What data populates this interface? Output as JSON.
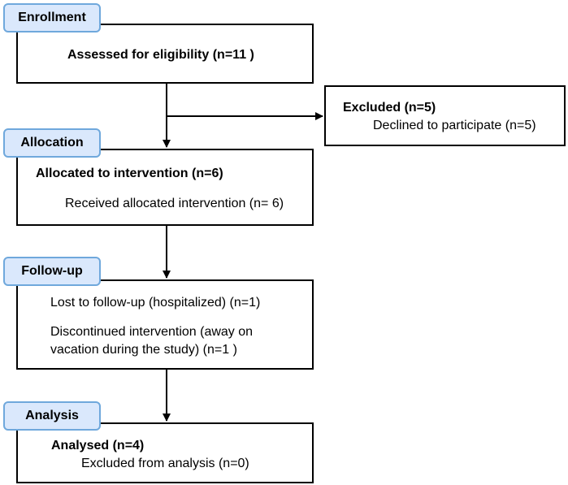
{
  "stages": {
    "enrollment": "Enrollment",
    "allocation": "Allocation",
    "followup": "Follow-up",
    "analysis": "Analysis"
  },
  "enrollment_box": {
    "heading": "Assessed for eligibility (n=11 )"
  },
  "excluded_box": {
    "heading": "Excluded (n=5)",
    "detail": "Declined to participate (n=5)"
  },
  "allocation_box": {
    "heading": "Allocated to intervention (n=6)",
    "detail": "Received allocated intervention (n= 6)"
  },
  "followup_box": {
    "lost": "Lost to follow-up (hospitalized) (n=1)",
    "discontinued_line1": "Discontinued intervention (away on",
    "discontinued_line2": "vacation during the study) (n=1 )"
  },
  "analysis_box": {
    "heading": "Analysed (n=4)",
    "detail": "Excluded from analysis (n=0)"
  },
  "colors": {
    "stage_fill": "#dae8fc",
    "stage_border": "#6fa8dc",
    "line": "#000000"
  }
}
